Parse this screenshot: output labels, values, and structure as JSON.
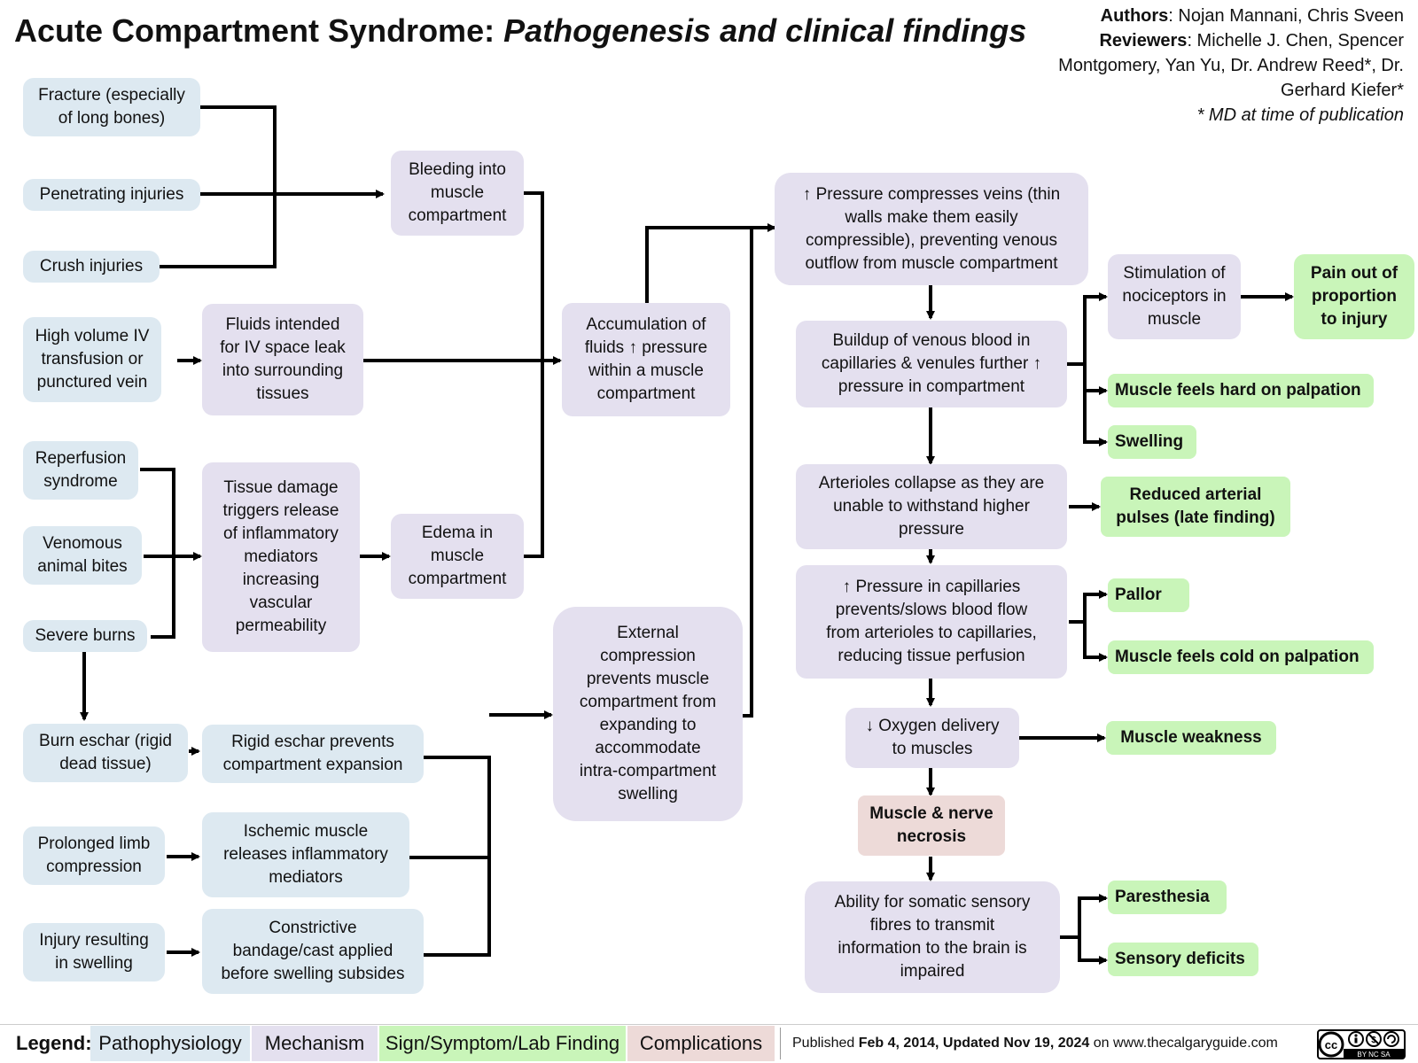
{
  "header": {
    "title_main": "Acute Compartment Syndrome:",
    "title_sub": "Pathogenesis and clinical findings",
    "authors_label": "Authors",
    "authors": ": Nojan Mannani, Chris Sveen",
    "reviewers_label": "Reviewers",
    "reviewers": ": Michelle J. Chen, Spencer Montgomery, Yan Yu, Dr. Andrew Reed*, Dr. Gerhard Kiefer*",
    "footnote": "* MD at time of publication"
  },
  "nodes": {
    "fracture": "Fracture (especially\nof long bones)",
    "penetrating": "Penetrating injuries",
    "crush": "Crush injuries",
    "iv": "High volume IV\ntransfusion or\npunctured vein",
    "reperfusion": "Reperfusion\nsyndrome",
    "venomous": "Venomous\nanimal bites",
    "burns": "Severe burns",
    "eschar": "Burn eschar (rigid\ndead tissue)",
    "prolonged": "Prolonged limb\ncompression",
    "injury_swelling": "Injury resulting\nin swelling",
    "bleeding": "Bleeding into\nmuscle\ncompartment",
    "fluids_leak": "Fluids intended\nfor IV space leak\ninto surrounding\ntissues",
    "tissue_damage": "Tissue damage\ntriggers release\nof inflammatory\nmediators\nincreasing\nvascular\npermeability",
    "edema": "Edema in\nmuscle\ncompartment",
    "rigid_eschar": "Rigid eschar prevents\ncompartment expansion",
    "ischemic": "Ischemic muscle\nreleases  inflammatory\nmediators",
    "bandage": "Constrictive\nbandage/cast applied\nbefore swelling subsides",
    "accumulation": "Accumulation of\nfluids ↑ pressure\nwithin a muscle\ncompartment",
    "external": "External\ncompression\nprevents muscle\ncompartment from\nexpanding to\naccommodate\nintra-compartment\nswelling",
    "pressure_veins": "↑ Pressure compresses veins (thin\nwalls make them easily\ncompressible), preventing venous\noutflow from muscle compartment",
    "buildup": "Buildup of venous blood in\ncapillaries & venules further ↑\npressure in compartment",
    "arterioles": "Arterioles collapse as they are\nunable to withstand higher\npressure",
    "capillaries": "↑ Pressure in capillaries\nprevents/slows blood flow\nfrom arterioles to capillaries,\nreducing tissue perfusion",
    "oxygen": "↓ Oxygen delivery\nto muscles",
    "necrosis": "Muscle & nerve\nnecrosis",
    "somatic": "Ability for somatic sensory\nfibres to transmit\ninformation to the brain is\nimpaired",
    "nociceptors": "Stimulation of\nnociceptors in\nmuscle",
    "pain": "Pain out of\nproportion\nto injury",
    "hard": "Muscle feels hard on palpation",
    "swelling": "Swelling",
    "reduced_pulses": "Reduced arterial\npulses (late finding)",
    "pallor": "Pallor",
    "cold": "Muscle feels cold on palpation",
    "weakness": "Muscle weakness",
    "paresthesia": "Paresthesia",
    "sensory": "Sensory deficits"
  },
  "legend": {
    "title": "Legend:",
    "items": [
      "Pathophysiology",
      "Mechanism",
      "Sign/Symptom/Lab Finding",
      "Complications"
    ],
    "colors": [
      "#dde9f1",
      "#e4e0ef",
      "#c9f5b9",
      "#eddad8"
    ]
  },
  "footer": {
    "published_prefix": "Published ",
    "dates": "Feb 4, 2014, Updated Nov 19, 2024",
    "published_suffix": " on www.thecalgaryguide.com",
    "license_icon": "creative-commons-by-nc-sa-icon",
    "license_text": "BY NC SA"
  }
}
